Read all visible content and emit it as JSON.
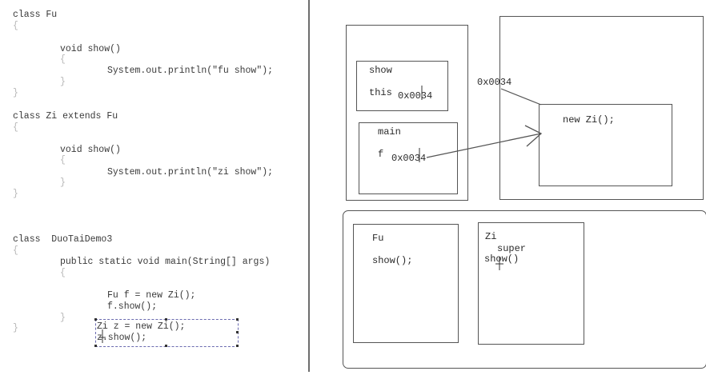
{
  "code": {
    "fu_class": "class Fu",
    "fu_open": "{",
    "fu_method": "void show()",
    "fu_method_open": "{",
    "fu_print": "System.out.println(\"fu show\");",
    "fu_method_close": "}",
    "fu_close": "}",
    "zi_class": "class Zi extends Fu",
    "zi_open": "{",
    "zi_method": "void show()",
    "zi_method_open": "{",
    "zi_print": "System.out.println(\"zi show\");",
    "zi_method_close": "}",
    "zi_close": "}",
    "demo_class": "class  DuoTaiDemo3",
    "demo_open": "{",
    "main_sig": "public static void main(String[] args)",
    "main_open": "{",
    "line_fu": "Fu f = new Zi();",
    "line_fshow": "f.show();",
    "main_close": "}",
    "demo_close": "}",
    "line_zi": "Zi z = new Zi();",
    "line_zshow": "z.show();"
  },
  "diagram": {
    "show_frame_title": "show",
    "this_label": "this",
    "this_value": "0x0034",
    "main_frame_title": "main",
    "f_label": "f",
    "f_value": "0x0034",
    "heap_address": "0x0034",
    "heap_object": "new Zi();",
    "fu_title": "Fu",
    "fu_method": "show();",
    "zi_title": "Zi",
    "zi_super": "super",
    "zi_method": "show()"
  }
}
